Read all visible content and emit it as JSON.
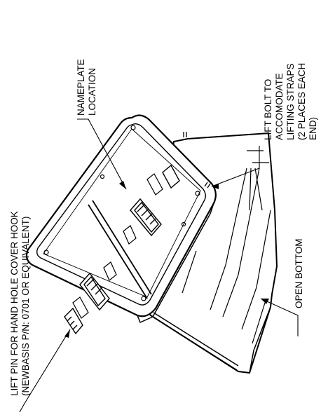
{
  "callouts": {
    "lift_pin": {
      "line1": "LIFT PIN FOR HAND HOLE COVER HOOK",
      "line2": "(NEWBASIS P/N: 0701 OR EQUIVALENT)"
    },
    "nameplate": {
      "line1": "NAMEPLATE",
      "line2": "LOCATION"
    },
    "lift_bolt": {
      "line1": "LIFT BOLT TO",
      "line2": "ACCOMODATE",
      "line3": "LIFTING STRAPS",
      "line4": "(2 PLACES EACH",
      "line5": "END)"
    },
    "open_bottom": {
      "line1": "OPEN BOTTOM"
    }
  }
}
